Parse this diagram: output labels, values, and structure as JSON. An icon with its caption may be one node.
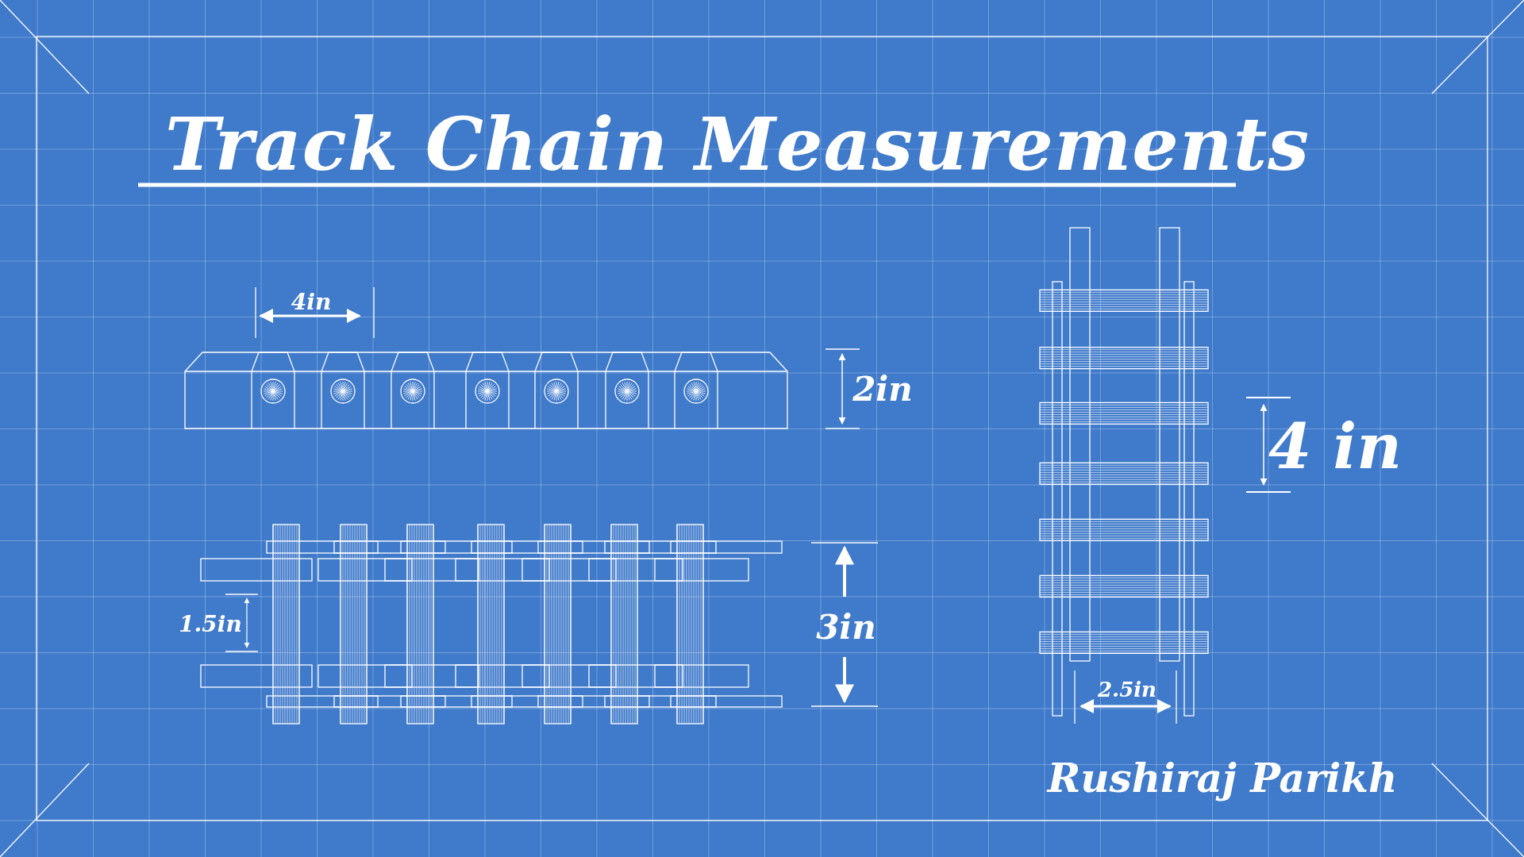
{
  "diagram": {
    "title": "Track Chain Measurements",
    "labels": [
      "4in",
      "2in",
      "1.5in",
      "3in",
      "4 in",
      "2.5in",
      "Rushiraj Parikh"
    ]
  }
}
